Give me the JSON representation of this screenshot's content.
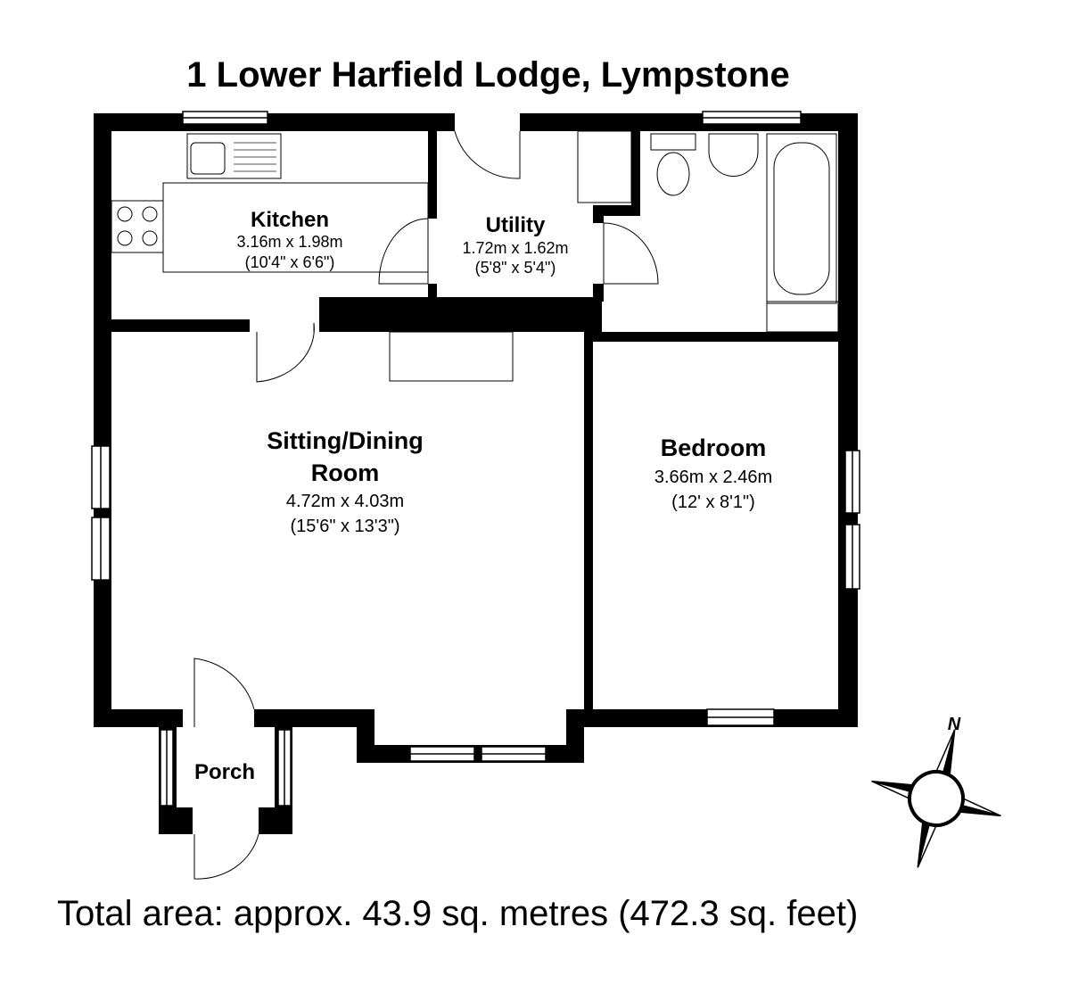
{
  "title": "1 Lower Harfield Lodge, Lympstone",
  "rooms": {
    "kitchen": {
      "name": "Kitchen",
      "metric": "3.16m x 1.98m",
      "imperial": "(10'4\" x 6'6\")"
    },
    "utility": {
      "name": "Utility",
      "metric": "1.72m x 1.62m",
      "imperial": "(5'8\" x 5'4\")"
    },
    "sitting": {
      "name_line1": "Sitting/Dining",
      "name_line2": "Room",
      "metric": "4.72m x 4.03m",
      "imperial": "(15'6\" x 13'3\")"
    },
    "bedroom": {
      "name": "Bedroom",
      "metric": "3.66m x 2.46m",
      "imperial": "(12' x 8'1\")"
    },
    "porch": {
      "name": "Porch"
    }
  },
  "compass": {
    "north_label": "N"
  },
  "total_area": "Total area: approx. 43.9 sq. metres (472.3 sq. feet)"
}
